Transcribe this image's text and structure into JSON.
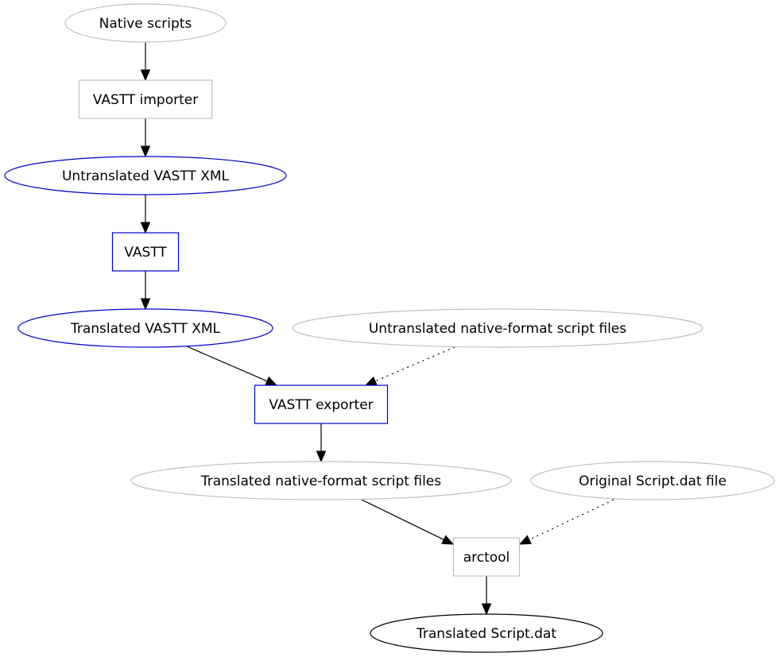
{
  "colors": {
    "gray": "#c0c0c0",
    "blue": "#0000cd",
    "black": "#000000"
  },
  "nodes": {
    "native_scripts": {
      "label": "Native scripts",
      "shape": "ellipse",
      "color": "gray"
    },
    "vastt_importer": {
      "label": "VASTT importer",
      "shape": "box",
      "color": "gray"
    },
    "untranslated_xml": {
      "label": "Untranslated VASTT XML",
      "shape": "ellipse",
      "color": "blue"
    },
    "vastt": {
      "label": "VASTT",
      "shape": "box",
      "color": "blue"
    },
    "translated_xml": {
      "label": "Translated VASTT XML",
      "shape": "ellipse",
      "color": "blue"
    },
    "untranslated_native": {
      "label": "Untranslated native-format script files",
      "shape": "ellipse",
      "color": "gray"
    },
    "vastt_exporter": {
      "label": "VASTT exporter",
      "shape": "box",
      "color": "blue"
    },
    "translated_native": {
      "label": "Translated native-format script files",
      "shape": "ellipse",
      "color": "gray"
    },
    "original_script_dat": {
      "label": "Original Script.dat file",
      "shape": "ellipse",
      "color": "gray"
    },
    "arctool": {
      "label": "arctool",
      "shape": "box",
      "color": "gray"
    },
    "translated_script_dat": {
      "label": "Translated Script.dat",
      "shape": "ellipse",
      "color": "black"
    }
  },
  "edges": [
    {
      "from": "native_scripts",
      "to": "vastt_importer",
      "style": "solid"
    },
    {
      "from": "vastt_importer",
      "to": "untranslated_xml",
      "style": "solid"
    },
    {
      "from": "untranslated_xml",
      "to": "vastt",
      "style": "solid"
    },
    {
      "from": "vastt",
      "to": "translated_xml",
      "style": "solid"
    },
    {
      "from": "translated_xml",
      "to": "vastt_exporter",
      "style": "solid"
    },
    {
      "from": "untranslated_native",
      "to": "vastt_exporter",
      "style": "dotted"
    },
    {
      "from": "vastt_exporter",
      "to": "translated_native",
      "style": "solid"
    },
    {
      "from": "translated_native",
      "to": "arctool",
      "style": "solid"
    },
    {
      "from": "original_script_dat",
      "to": "arctool",
      "style": "dotted"
    },
    {
      "from": "arctool",
      "to": "translated_script_dat",
      "style": "solid"
    }
  ]
}
